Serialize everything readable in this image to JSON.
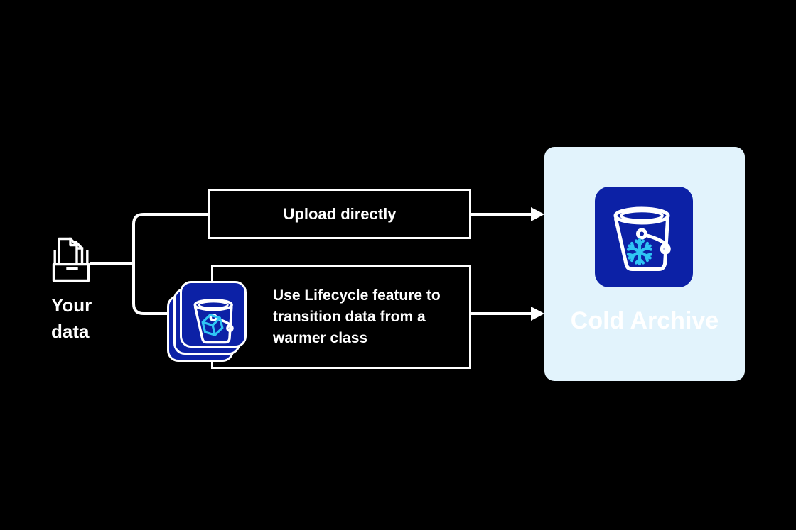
{
  "colors": {
    "background": "#000000",
    "foreground": "#ffffff",
    "panel_background": "#e2f3fc",
    "brand_blue": "#0c21a6",
    "accent_cyan": "#2fc5f4"
  },
  "source": {
    "icon": "documents-tray-icon",
    "label_lines": [
      "Your",
      "data"
    ]
  },
  "flows": [
    {
      "icon": null,
      "label_lines": [
        "Upload directly"
      ]
    },
    {
      "icon": "bucket-stack-icon",
      "label_lines": [
        "Use Lifecycle feature to",
        "transition data from a",
        "warmer class"
      ]
    }
  ],
  "destination": {
    "icon": "cold-archive-bucket-icon",
    "label": "Cold Archive"
  }
}
